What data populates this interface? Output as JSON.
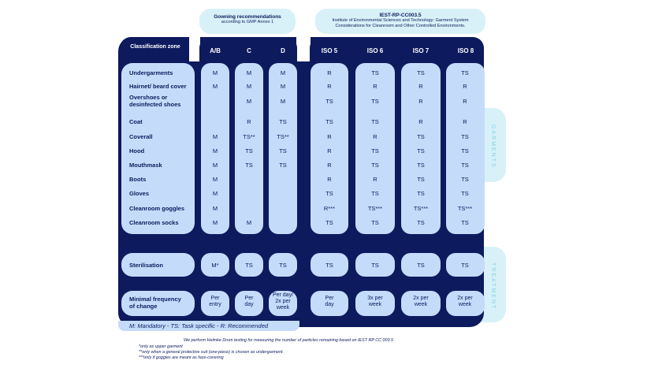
{
  "header": {
    "gowning": {
      "title": "Gowning recommendations",
      "subtitle": "according to GMP Annex 1"
    },
    "iest": {
      "title": "IEST-RP-CC003.5",
      "subtitle1": "Institute of Environmental Sciences and Technology: Garment System",
      "subtitle2": "Considerations for Cleanroom and Other Controlled Environments."
    }
  },
  "table": {
    "classification_label": "Classification zone",
    "columns": [
      "A/B",
      "C",
      "D",
      "ISO 5",
      "ISO 6",
      "ISO 7",
      "ISO 8"
    ],
    "garment_rows": [
      {
        "label": "Undergarments",
        "values": [
          "M",
          "M",
          "M",
          "R",
          "TS",
          "TS",
          "TS"
        ]
      },
      {
        "label": "Hairnet/ beard cover",
        "values": [
          "M",
          "M",
          "M",
          "R",
          "R",
          "R",
          "R"
        ]
      },
      {
        "label": "Overshoes or desinfected shoes",
        "values": [
          "",
          "M",
          "M",
          "TS",
          "TS",
          "R",
          "R"
        ]
      },
      {
        "label": "Coat",
        "values": [
          "",
          "R",
          "TS",
          "TS",
          "TS",
          "R",
          "R"
        ]
      },
      {
        "label": "Coverall",
        "values": [
          "M",
          "TS**",
          "TS**",
          "R",
          "R",
          "TS",
          "TS"
        ]
      },
      {
        "label": "Hood",
        "values": [
          "M",
          "TS",
          "TS",
          "R",
          "TS",
          "TS",
          "TS"
        ]
      },
      {
        "label": "Mouthmask",
        "values": [
          "M",
          "TS",
          "TS",
          "R",
          "TS",
          "TS",
          "TS"
        ]
      },
      {
        "label": "Boots",
        "values": [
          "M",
          "",
          "",
          "R",
          "R",
          "TS",
          "TS"
        ]
      },
      {
        "label": "Gloves",
        "values": [
          "M",
          "",
          "",
          "TS",
          "TS",
          "TS",
          "TS"
        ]
      },
      {
        "label": "Cleanroom goggles",
        "values": [
          "M",
          "",
          "",
          "R***",
          "TS***",
          "TS***",
          "TS***"
        ]
      },
      {
        "label": "Cleanroom socks",
        "values": [
          "M",
          "M",
          "",
          "TS",
          "TS",
          "TS",
          "TS"
        ]
      }
    ],
    "sterilisation": {
      "label": "Sterilisation",
      "values": [
        "M*",
        "TS",
        "TS",
        "TS",
        "TS",
        "TS",
        "TS"
      ]
    },
    "frequency": {
      "label1": "Minimal frequency",
      "label2": "of change",
      "values": [
        [
          "Per",
          "entry",
          ""
        ],
        [
          "Per",
          "day",
          ""
        ],
        [
          "Per day/",
          "2x per",
          "week"
        ],
        [
          "Per",
          "day",
          ""
        ],
        [
          "3x per",
          "week",
          ""
        ],
        [
          "2x per",
          "week",
          ""
        ],
        [
          "2x per",
          "week",
          ""
        ]
      ]
    }
  },
  "side_tabs": {
    "garments": "GARMENTS",
    "treatment": "TREATMENT"
  },
  "legend": "M: Mandatory - TS: Task specific - R: Recommended",
  "notes": {
    "testing": "We perform Helmke Drum testing for measuring the number of particles remaining based on IEST RP CC 003.5",
    "n1": "*only as upper garment",
    "n2": "**only when a general protective suit (one-piece) is chosen as undergarment.",
    "n3": "***only if goggles are meant as face-covering"
  },
  "colors": {
    "navy": "#0d1a5e",
    "pill": "#c4dcfa",
    "tab": "#d8f1f8",
    "tab_text": "#7fd3e3"
  }
}
